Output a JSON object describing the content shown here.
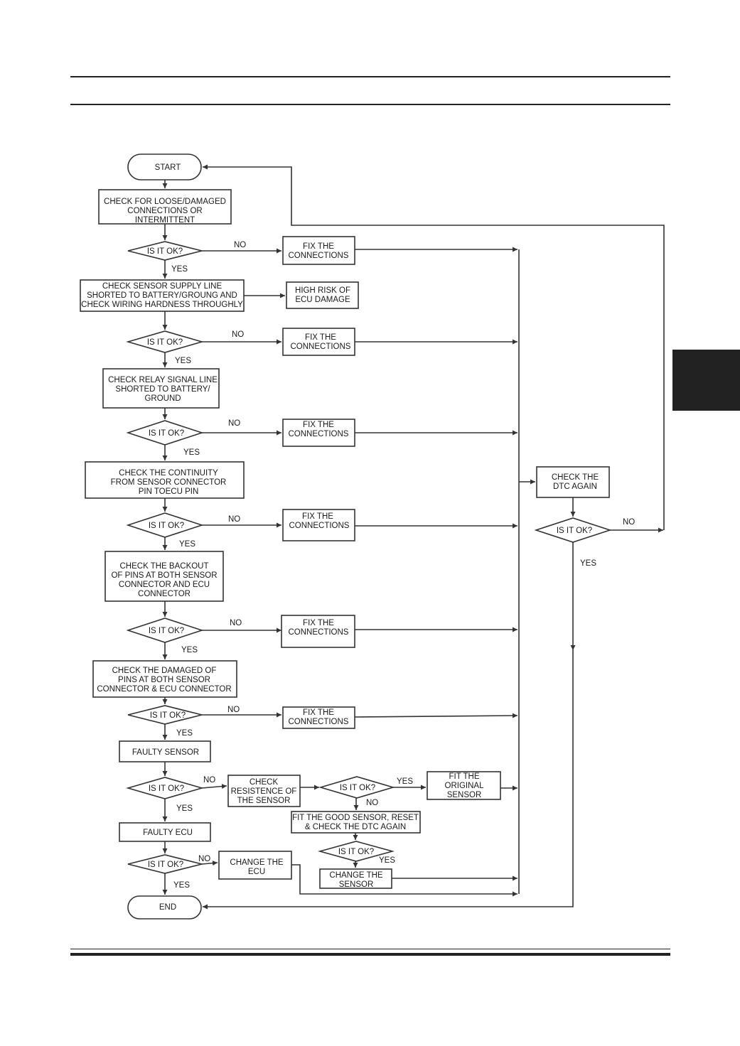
{
  "diagram": {
    "start": "START",
    "end": "END",
    "steps": [
      {
        "id": "s1",
        "lines": [
          "CHECK FOR LOOSE/DAMAGED",
          "CONNECTIONS OR",
          "INTERMITTENT"
        ]
      },
      {
        "id": "s2",
        "lines": [
          "CHECK SENSOR SUPPLY LINE",
          "SHORTED TO BATTERY/GROUNG AND",
          "CHECK WIRING HARDNESS THROUGHLY"
        ]
      },
      {
        "id": "s3",
        "lines": [
          "CHECK RELAY SIGNAL LINE",
          "SHORTED TO BATTERY/",
          "GROUND"
        ]
      },
      {
        "id": "s4",
        "lines": [
          "CHECK THE CONTINUITY",
          "FROM SENSOR CONNECTOR",
          "PIN TOECU PIN"
        ]
      },
      {
        "id": "s5",
        "lines": [
          "CHECK THE BACKOUT",
          "OF PINS AT BOTH SENSOR",
          "CONNECTOR AND ECU",
          "CONNECTOR"
        ]
      },
      {
        "id": "s6",
        "lines": [
          "CHECK THE DAMAGED OF",
          "PINS AT BOTH SENSOR",
          "CONNECTOR & ECU CONNECTOR"
        ]
      },
      {
        "id": "s7",
        "lines": [
          "FAULTY SENSOR"
        ]
      },
      {
        "id": "s8",
        "lines": [
          "FAULTY ECU"
        ]
      }
    ],
    "decision_label": "IS IT OK?",
    "yes_label": "YES",
    "no_label": "NO",
    "fix_lines": [
      "FIX THE",
      "CONNECTIONS"
    ],
    "high_risk_lines": [
      "HIGH RISK OF",
      "ECU DAMAGE"
    ],
    "check_resistance_lines": [
      "CHECK",
      "RESISTENCE OF",
      "THE SENSOR"
    ],
    "fit_original_lines": [
      "FIT THE",
      "ORIGINAL",
      "SENSOR"
    ],
    "fit_good_lines": [
      "FIT THE GOOD SENSOR, RESET",
      "& CHECK THE DTC AGAIN"
    ],
    "change_sensor_lines": [
      "CHANGE THE",
      "SENSOR"
    ],
    "change_ecu_lines": [
      "CHANGE THE",
      "ECU"
    ],
    "check_dtc_lines": [
      "CHECK THE",
      "DTC AGAIN"
    ]
  },
  "colors": {
    "line": "#333333",
    "tab": "#222222"
  }
}
